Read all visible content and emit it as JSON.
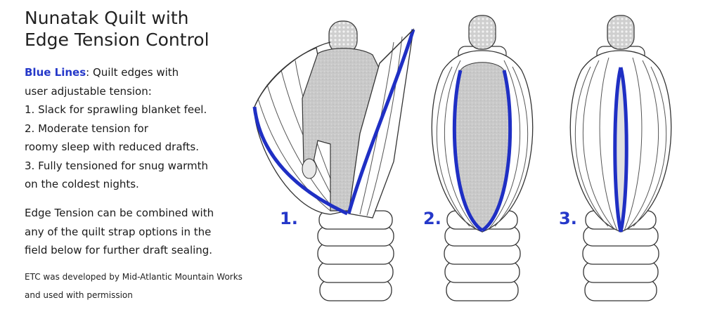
{
  "title": {
    "line1": "Nunatak Quilt with",
    "line2": "Edge Tension Control"
  },
  "legend": {
    "key_label": "Blue Lines",
    "key_text": ": Quilt edges with",
    "key_text2": "user adjustable tension:"
  },
  "steps": [
    "1. Slack for sprawling blanket feel.",
    "2. Moderate tension for",
    "roomy sleep with reduced drafts.",
    "3. Fully tensioned for snug warmth",
    "on the coldest nights."
  ],
  "combine": [
    "Edge Tension can be combined with",
    "any of the quilt strap options in the",
    "field below for further draft sealing."
  ],
  "credit": [
    "ETC was developed by Mid-Atlantic Mountain Works",
    "and used with permission"
  ],
  "figures": [
    {
      "number": "1.",
      "state": "slack"
    },
    {
      "number": "2.",
      "state": "moderate"
    },
    {
      "number": "3.",
      "state": "fully-tensioned"
    }
  ],
  "colors": {
    "edge_blue": "#1f2fc4",
    "accent_text": "#2538c9",
    "outline": "#333333"
  }
}
